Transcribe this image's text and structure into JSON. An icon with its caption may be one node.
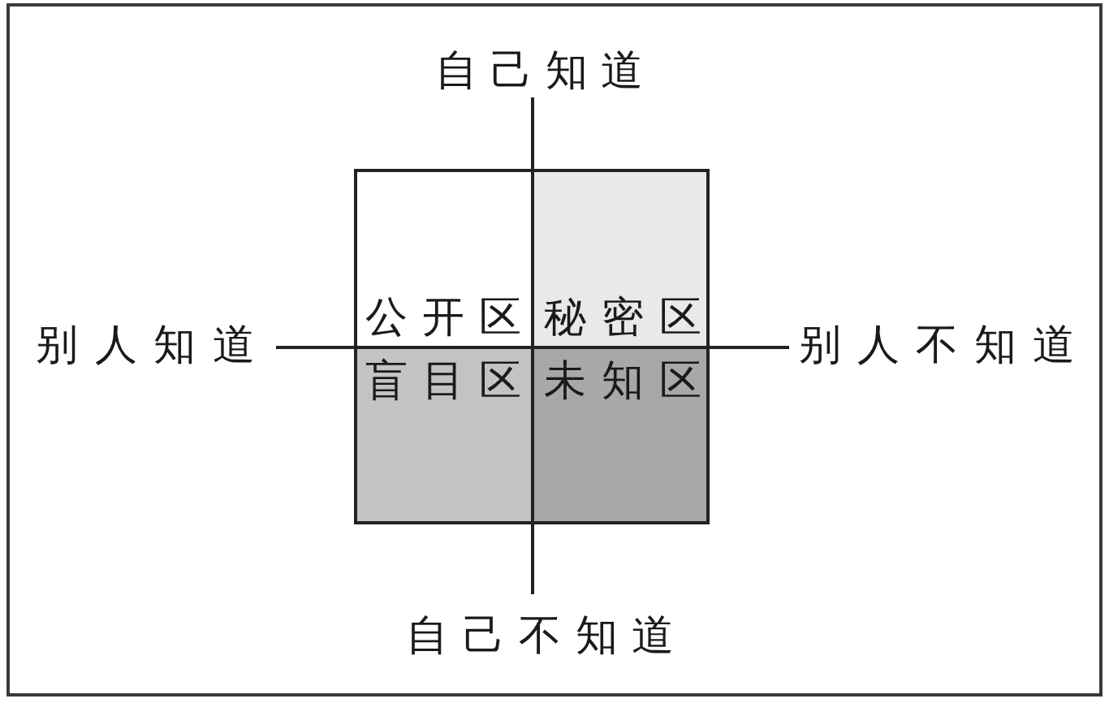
{
  "diagram": {
    "nodes": [
      {
        "text": [
          "公开区"
        ]
      },
      {
        "text": [
          "秘密区"
        ]
      },
      {
        "text": [
          "盲目区"
        ]
      },
      {
        "text": [
          "未知区"
        ]
      }
    ],
    "labels": [
      "自己知道",
      "别人知道",
      "别人不知道",
      "自己不知道"
    ]
  }
}
